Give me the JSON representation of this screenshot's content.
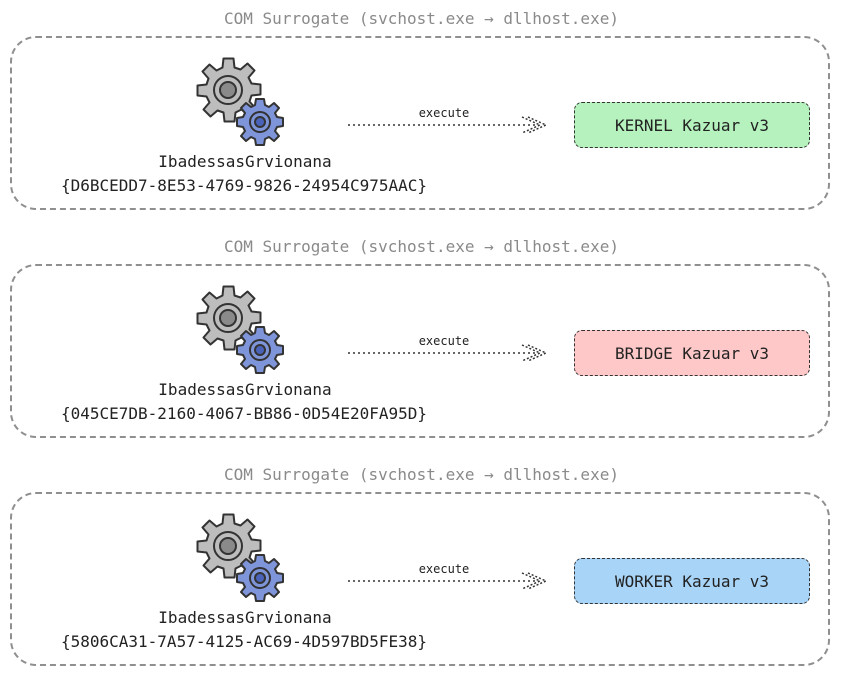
{
  "panels": [
    {
      "title": "COM Surrogate (svchost.exe → dllhost.exe)",
      "process_name": "IbadessasGrvionana",
      "clsid": "{D6BCEDD7-8E53-4769-9826-24954C975AAC}",
      "edge_label": "execute",
      "module_label": "KERNEL Kazuar v3",
      "module_color": "#b5f2bd"
    },
    {
      "title": "COM Surrogate (svchost.exe → dllhost.exe)",
      "process_name": "IbadessasGrvionana",
      "clsid": "{045CE7DB-2160-4067-BB86-0D54E20FA95D}",
      "edge_label": "execute",
      "module_label": "BRIDGE Kazuar v3",
      "module_color": "#fec8c8"
    },
    {
      "title": "COM Surrogate (svchost.exe → dllhost.exe)",
      "process_name": "IbadessasGrvionana",
      "clsid": "{5806CA31-7A57-4125-AC69-4D597BD5FE38}",
      "edge_label": "execute",
      "module_label": "WORKER Kazuar v3",
      "module_color": "#a8d4f7"
    }
  ],
  "icons": {
    "process": "gears-icon"
  },
  "colors": {
    "big_gear": "#bdbdbd",
    "small_gear": "#7f95d9",
    "frame": "#8f8f8f",
    "title": "#8a8a8a"
  }
}
